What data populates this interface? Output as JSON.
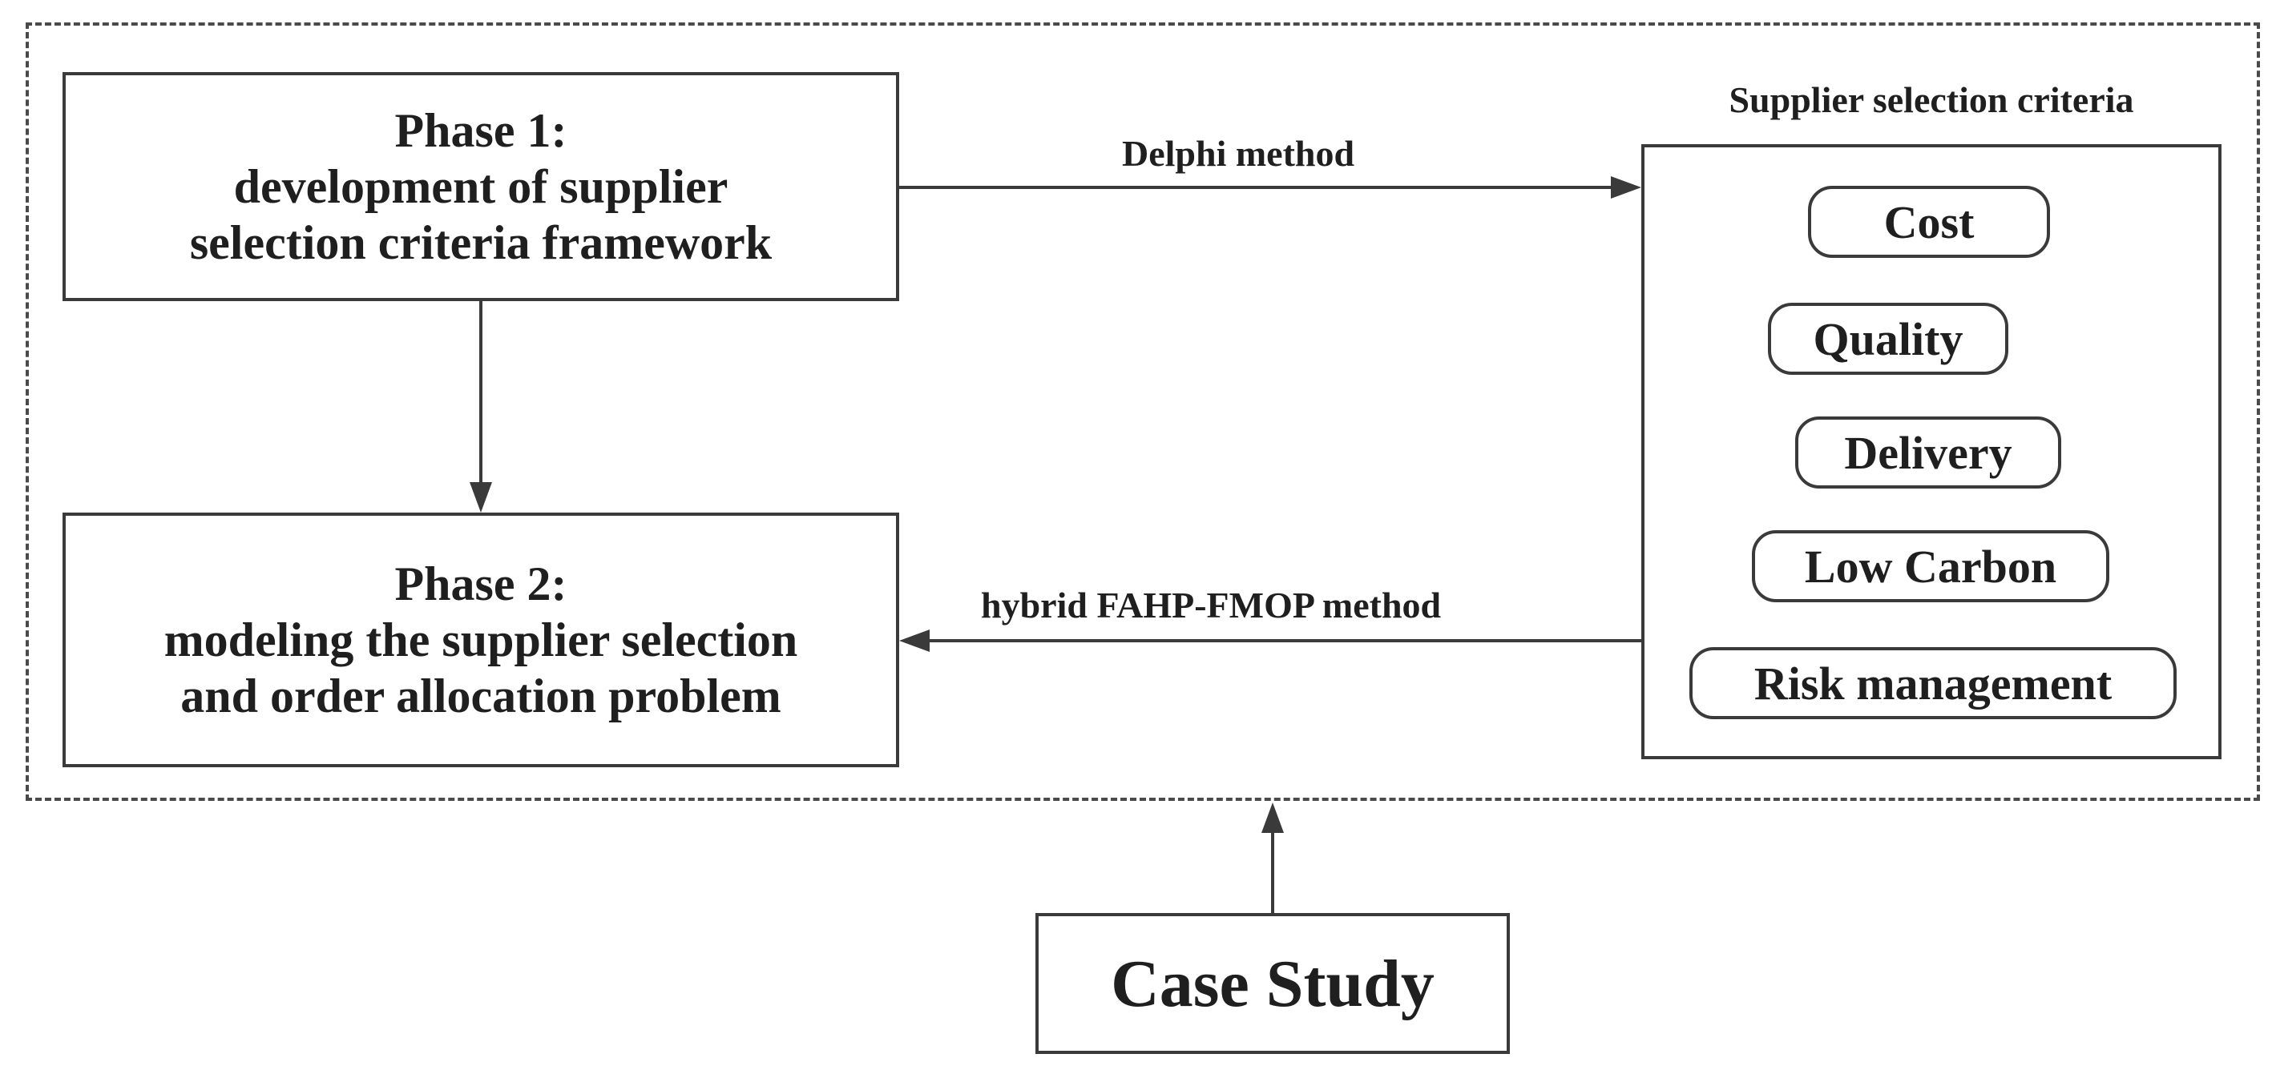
{
  "phase1": {
    "line1": "Phase 1:",
    "line2": "development of supplier",
    "line3": "selection criteria framework"
  },
  "phase2": {
    "line1": "Phase 2:",
    "line2": "modeling the supplier selection",
    "line3": "and order allocation problem"
  },
  "criteria": {
    "title": "Supplier selection criteria",
    "items": [
      "Cost",
      "Quality",
      "Delivery",
      "Low Carbon",
      "Risk management"
    ]
  },
  "edges": {
    "delphi": "Delphi method",
    "hybrid": "hybrid FAHP-FMOP method"
  },
  "case_study": "Case Study"
}
